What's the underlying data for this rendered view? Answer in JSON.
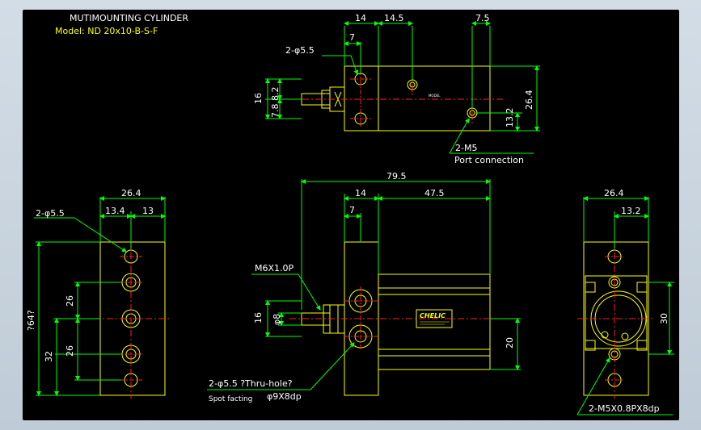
{
  "title": {
    "main": "MUTIMOUNTING CYLINDER",
    "model": "Model: ND 20x10-B-S-F"
  },
  "colors": {
    "background": "#000000",
    "outline": "#ffff00",
    "dimension": "#00ff00",
    "centerline": "#ff2020",
    "label": "#ffffff"
  },
  "top_view": {
    "dims": {
      "w14": "14",
      "w14_5": "14.5",
      "w7_5": "7.5",
      "w7": "7",
      "h16": "16",
      "h7_8_2": "7.8 8.2",
      "h26_4": "26.4",
      "h13_2": "13.2"
    },
    "callouts": {
      "holes": "2-φ5.5",
      "port": "2-M5",
      "port_note": "Port connection"
    }
  },
  "front_view": {
    "dims": {
      "w79_5": "79.5",
      "w14": "14",
      "w47_5": "47.5",
      "w7": "7",
      "h16": "16",
      "h8": "φ8",
      "h20": "20"
    },
    "callouts": {
      "thread": "M6X1.0P",
      "holes": "2-φ5.5 ?Thru-hole?",
      "spot": "Spot facting",
      "spot_dim": "φ9X8dp"
    },
    "brand": "CHELIC"
  },
  "left_view": {
    "dims": {
      "w26_4": "26.4",
      "w13_4": "13.4",
      "w13": "13",
      "h26a": "26",
      "h26b": "26",
      "h32": "32",
      "h64": "?64?"
    },
    "callouts": {
      "holes": "2-φ5.5"
    }
  },
  "right_view": {
    "dims": {
      "w26_4": "26.4",
      "w13_2": "13.2",
      "h30": "30"
    },
    "callouts": {
      "thread": "2-M5X0.8PX8dp"
    }
  }
}
